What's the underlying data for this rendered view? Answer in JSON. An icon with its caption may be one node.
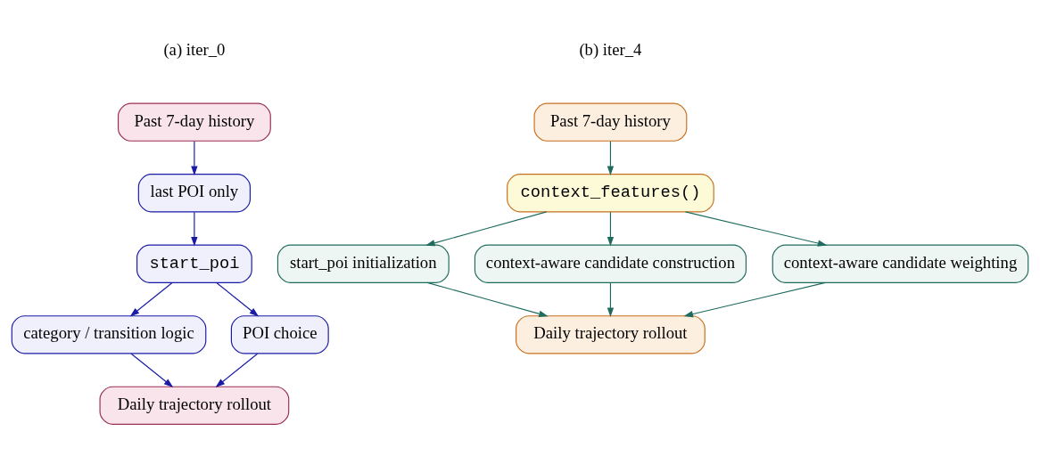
{
  "diagram": {
    "nodes": [
      {
        "text": [
          "Past 7-day history"
        ]
      },
      {
        "text": [
          "last POI only"
        ]
      },
      {
        "text": [
          "start_poi"
        ]
      },
      {
        "text": [
          "category / transition logic"
        ]
      },
      {
        "text": [
          "POI choice"
        ]
      },
      {
        "text": [
          "Daily trajectory rollout"
        ]
      },
      {
        "text": [
          "Past 7-day history"
        ]
      },
      {
        "text": [
          "context_features()"
        ]
      },
      {
        "text": [
          "start_poi initialization"
        ]
      },
      {
        "text": [
          "context-aware candidate construction"
        ]
      },
      {
        "text": [
          "context-aware candidate weighting"
        ]
      },
      {
        "text": [
          "Daily trajectory rollout"
        ]
      }
    ],
    "edges": [
      {
        "from": 0,
        "to": 1,
        "arrow": "to",
        "color": "#1a1aa6"
      },
      {
        "from": 1,
        "to": 2,
        "arrow": "to",
        "color": "#1a1aa6"
      },
      {
        "from": 2,
        "to": 3,
        "arrow": "to",
        "color": "#1a1aa6"
      },
      {
        "from": 2,
        "to": 4,
        "arrow": "to",
        "color": "#1a1aa6"
      },
      {
        "from": 3,
        "to": 5,
        "arrow": "to",
        "color": "#1a1aa6"
      },
      {
        "from": 4,
        "to": 5,
        "arrow": "to",
        "color": "#1a1aa6"
      },
      {
        "from": 6,
        "to": 7,
        "arrow": "to",
        "color": "#1f6b5e"
      },
      {
        "from": 7,
        "to": 8,
        "arrow": "to",
        "color": "#1f6b5e"
      },
      {
        "from": 7,
        "to": 9,
        "arrow": "to",
        "color": "#1f6b5e"
      },
      {
        "from": 7,
        "to": 10,
        "arrow": "to",
        "color": "#1f6b5e"
      },
      {
        "from": 8,
        "to": 11,
        "arrow": "to",
        "color": "#1f6b5e"
      },
      {
        "from": 9,
        "to": 11,
        "arrow": "to",
        "color": "#1f6b5e"
      },
      {
        "from": 10,
        "to": 11,
        "arrow": "to",
        "color": "#1f6b5e"
      }
    ],
    "labels": [
      "(a) iter_0",
      "(b) iter_4"
    ]
  }
}
